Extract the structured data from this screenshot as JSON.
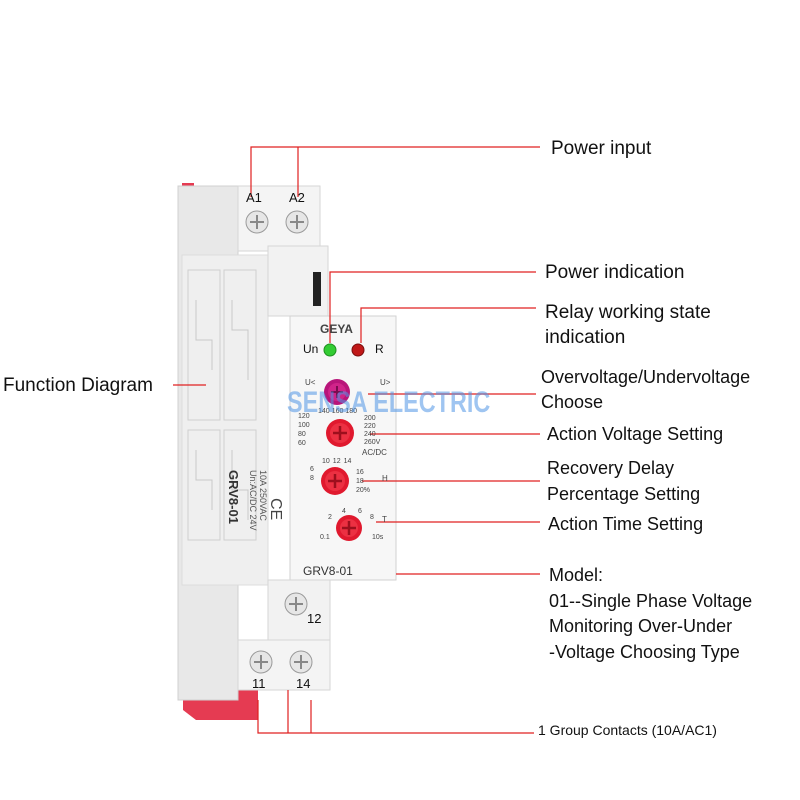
{
  "callouts": {
    "power_input": "Power input",
    "power_indication": "Power indication",
    "relay_state_line1": "Relay working state",
    "relay_state_line2": "indication",
    "function_diagram": "Function Diagram",
    "ov_uv_line1": "Overvoltage/Undervoltage",
    "ov_uv_line2": "Choose",
    "action_voltage": "Action Voltage Setting",
    "recovery_line1": "Recovery Delay",
    "recovery_line2": "Percentage Setting",
    "action_time": "Action Time Setting",
    "model_line1": "Model:",
    "model_line2": "01--Single Phase Voltage",
    "model_line3": "Monitoring Over-Under",
    "model_line4": "-Voltage Choosing Type",
    "contacts": "1 Group Contacts (10A/AC1)"
  },
  "device": {
    "terminal_a1": "A1",
    "terminal_a2": "A2",
    "terminal_11": "11",
    "terminal_12": "12",
    "terminal_14": "14",
    "brand": "GEYA",
    "led_un": "Un",
    "led_r": "R",
    "model": "GRV8-01",
    "side_model": "GRV8-01",
    "side_spec1": "Un:AC/DC 24V",
    "side_spec2": "10A 250VAC",
    "ce_mark": "CE",
    "ac_dc": "AC/DC",
    "knob1_left": "U<",
    "knob1_right": "U>",
    "knob2_scale": [
      "120",
      "100",
      "80",
      "60",
      "140",
      "160",
      "180",
      "200",
      "220",
      "240",
      "260V"
    ],
    "knob3_scale": [
      "6",
      "8",
      "10",
      "12",
      "14",
      "16",
      "18",
      "20%"
    ],
    "knob3_h": "H",
    "knob4_scale": [
      "0.1",
      "2",
      "4",
      "6",
      "8",
      "10s"
    ],
    "knob4_t": "T"
  },
  "watermark": "SENSA ELECTRIC",
  "colors": {
    "leader_line": "#e02020",
    "knob": "#e0192e",
    "led_green": "#33cc33",
    "led_red": "#c01818",
    "housing": "#f1f1f1",
    "latch": "#e53b52"
  }
}
